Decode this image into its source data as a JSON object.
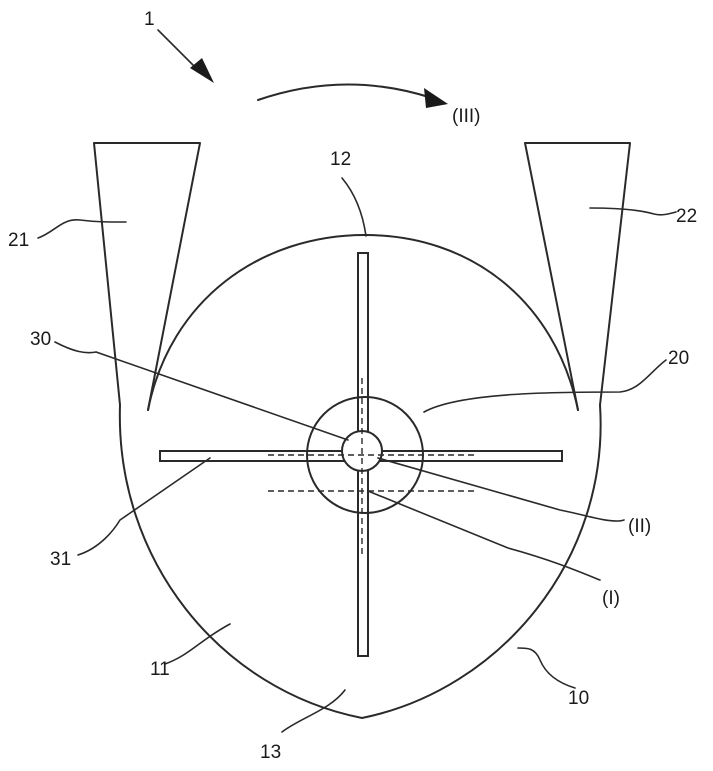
{
  "labels": {
    "device": "1",
    "housing": "10",
    "housing_side": "11",
    "top_point": "12",
    "bottom_point": "13",
    "hub": "20",
    "blade_left": "21",
    "blade_right": "22",
    "center": "30",
    "arm": "31",
    "axis_one": "(I)",
    "axis_two": "(II)",
    "rotation": "(III)"
  }
}
